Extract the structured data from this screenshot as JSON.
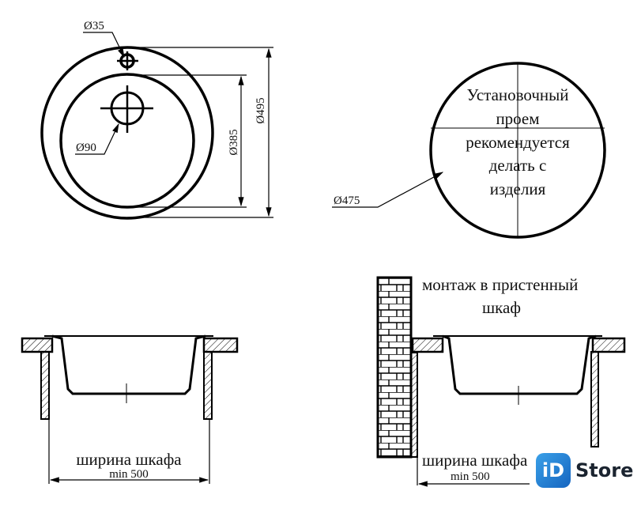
{
  "top_view": {
    "tap_hole_label": "Ø35",
    "drain_label": "Ø90",
    "bowl_diameter_label": "Ø385",
    "outer_diameter_label": "Ø495"
  },
  "cutout": {
    "diameter_label": "Ø475",
    "note_lines": [
      "Установочный",
      "проем",
      "рекомендуется",
      "делать с",
      "изделия"
    ]
  },
  "section_standard": {
    "width_label": "ширина шкафа",
    "min_label": "min 500"
  },
  "section_wall": {
    "title_line1": "монтаж в пристенный",
    "title_line2": "шкаф",
    "width_label": "ширина шкафа",
    "min_label": "min 500"
  },
  "watermark": {
    "logo_mark": "iD",
    "logo_text": "Store",
    "accent": "#1e7fd6"
  }
}
